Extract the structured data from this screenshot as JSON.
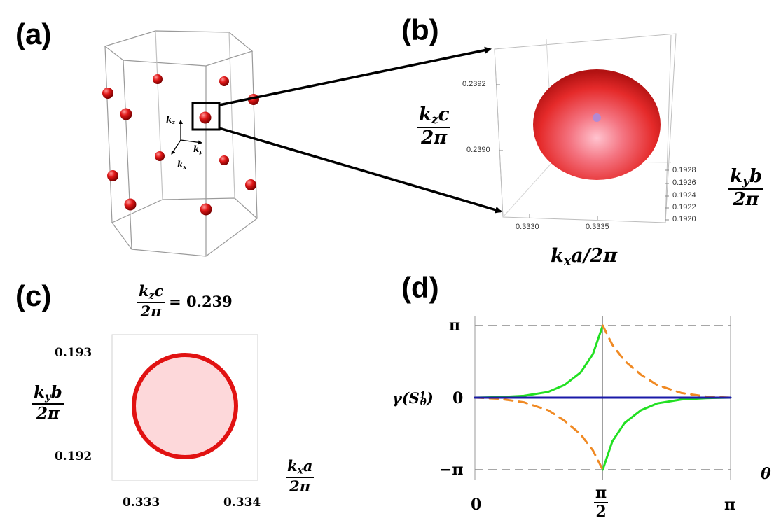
{
  "panels": {
    "a": {
      "label": "(a)",
      "axes": {
        "kz": "k",
        "kz_sub": "z",
        "ky": "k",
        "ky_sub": "y",
        "kx": "k",
        "kx_sub": "x"
      }
    },
    "b": {
      "label": "(b)",
      "z_ticks": [
        "0.2392",
        "0.2390"
      ],
      "y_ticks": [
        "0.1928",
        "0.1926",
        "0.1924",
        "0.1922",
        "0.1920"
      ],
      "x_ticks": [
        "0.3330",
        "0.3335"
      ],
      "zlabel_num": "k",
      "zlabel_num_sub": "z",
      "zlabel_num_rest": "c",
      "zlabel_den": "2π",
      "ylabel_num": "k",
      "ylabel_num_sub": "y",
      "ylabel_num_rest": "b",
      "ylabel_den": "2π",
      "xlabel_main": "k",
      "xlabel_sub": "x",
      "xlabel_rest": "a/2π"
    },
    "c": {
      "label": "(c)",
      "title_num": "k",
      "title_num_sub": "z",
      "title_num_rest": "c",
      "title_den": "2π",
      "title_value": "= 0.239",
      "y_ticks": [
        "0.193",
        "0.192"
      ],
      "x_ticks": [
        "0.333",
        "0.334"
      ],
      "ylabel_num": "k",
      "ylabel_num_sub": "y",
      "ylabel_num_rest": "b",
      "ylabel_den": "2π",
      "xlabel_num": "k",
      "xlabel_num_sub": "x",
      "xlabel_num_rest": "a",
      "xlabel_den": "2π"
    },
    "d": {
      "label": "(d)",
      "y_ticks": [
        "π",
        "0",
        "−π"
      ],
      "ylabel_main": "γ(S",
      "ylabel_sup": "1",
      "ylabel_sub": "θ",
      "ylabel_end": ")",
      "x_tick_0": "0",
      "x_tick_mid_num": "π",
      "x_tick_mid_den": "2",
      "x_tick_end": "π",
      "xlabel": "θ"
    }
  },
  "colors": {
    "sphere": "#e01818",
    "disk_fill": "#fdd8da",
    "disk_edge": "#e11212",
    "green": "#22e022",
    "orange": "#f08a24",
    "blue": "#1a1aa8"
  },
  "chart_data": {
    "type": "line",
    "xlim": [
      0,
      3.14159
    ],
    "ylim": [
      -3.14159,
      3.14159
    ],
    "x_ticks": [
      "0",
      "π/2",
      "π"
    ],
    "y_ticks": [
      "−π",
      "0",
      "π"
    ],
    "xlabel": "θ",
    "ylabel": "γ(S¹θ)",
    "grid": false,
    "series": [
      {
        "color": "green",
        "style": "solid",
        "x": [
          0,
          0.3,
          0.6,
          0.9,
          1.1,
          1.3,
          1.45,
          1.5708
        ],
        "y": [
          0,
          0.02,
          0.08,
          0.25,
          0.55,
          1.1,
          1.9,
          3.14159
        ]
      },
      {
        "color": "green",
        "style": "solid",
        "x": [
          1.5708,
          1.69,
          1.84,
          2.04,
          2.24,
          2.54,
          2.84,
          3.14159
        ],
        "y": [
          -3.14159,
          -1.9,
          -1.1,
          -0.55,
          -0.25,
          -0.08,
          -0.02,
          0
        ]
      },
      {
        "color": "orange",
        "style": "dashed",
        "x": [
          0,
          0.3,
          0.6,
          0.9,
          1.1,
          1.3,
          1.45,
          1.5708
        ],
        "y": [
          0,
          -0.05,
          -0.2,
          -0.55,
          -1.0,
          -1.6,
          -2.3,
          -3.14159
        ]
      },
      {
        "color": "orange",
        "style": "dashed",
        "x": [
          1.5708,
          1.69,
          1.84,
          2.04,
          2.24,
          2.54,
          2.84,
          3.14159
        ],
        "y": [
          3.14159,
          2.3,
          1.6,
          1.0,
          0.55,
          0.2,
          0.05,
          0
        ]
      },
      {
        "color": "blue",
        "style": "solid",
        "x": [
          0,
          3.14159
        ],
        "y": [
          0,
          0
        ]
      }
    ]
  }
}
